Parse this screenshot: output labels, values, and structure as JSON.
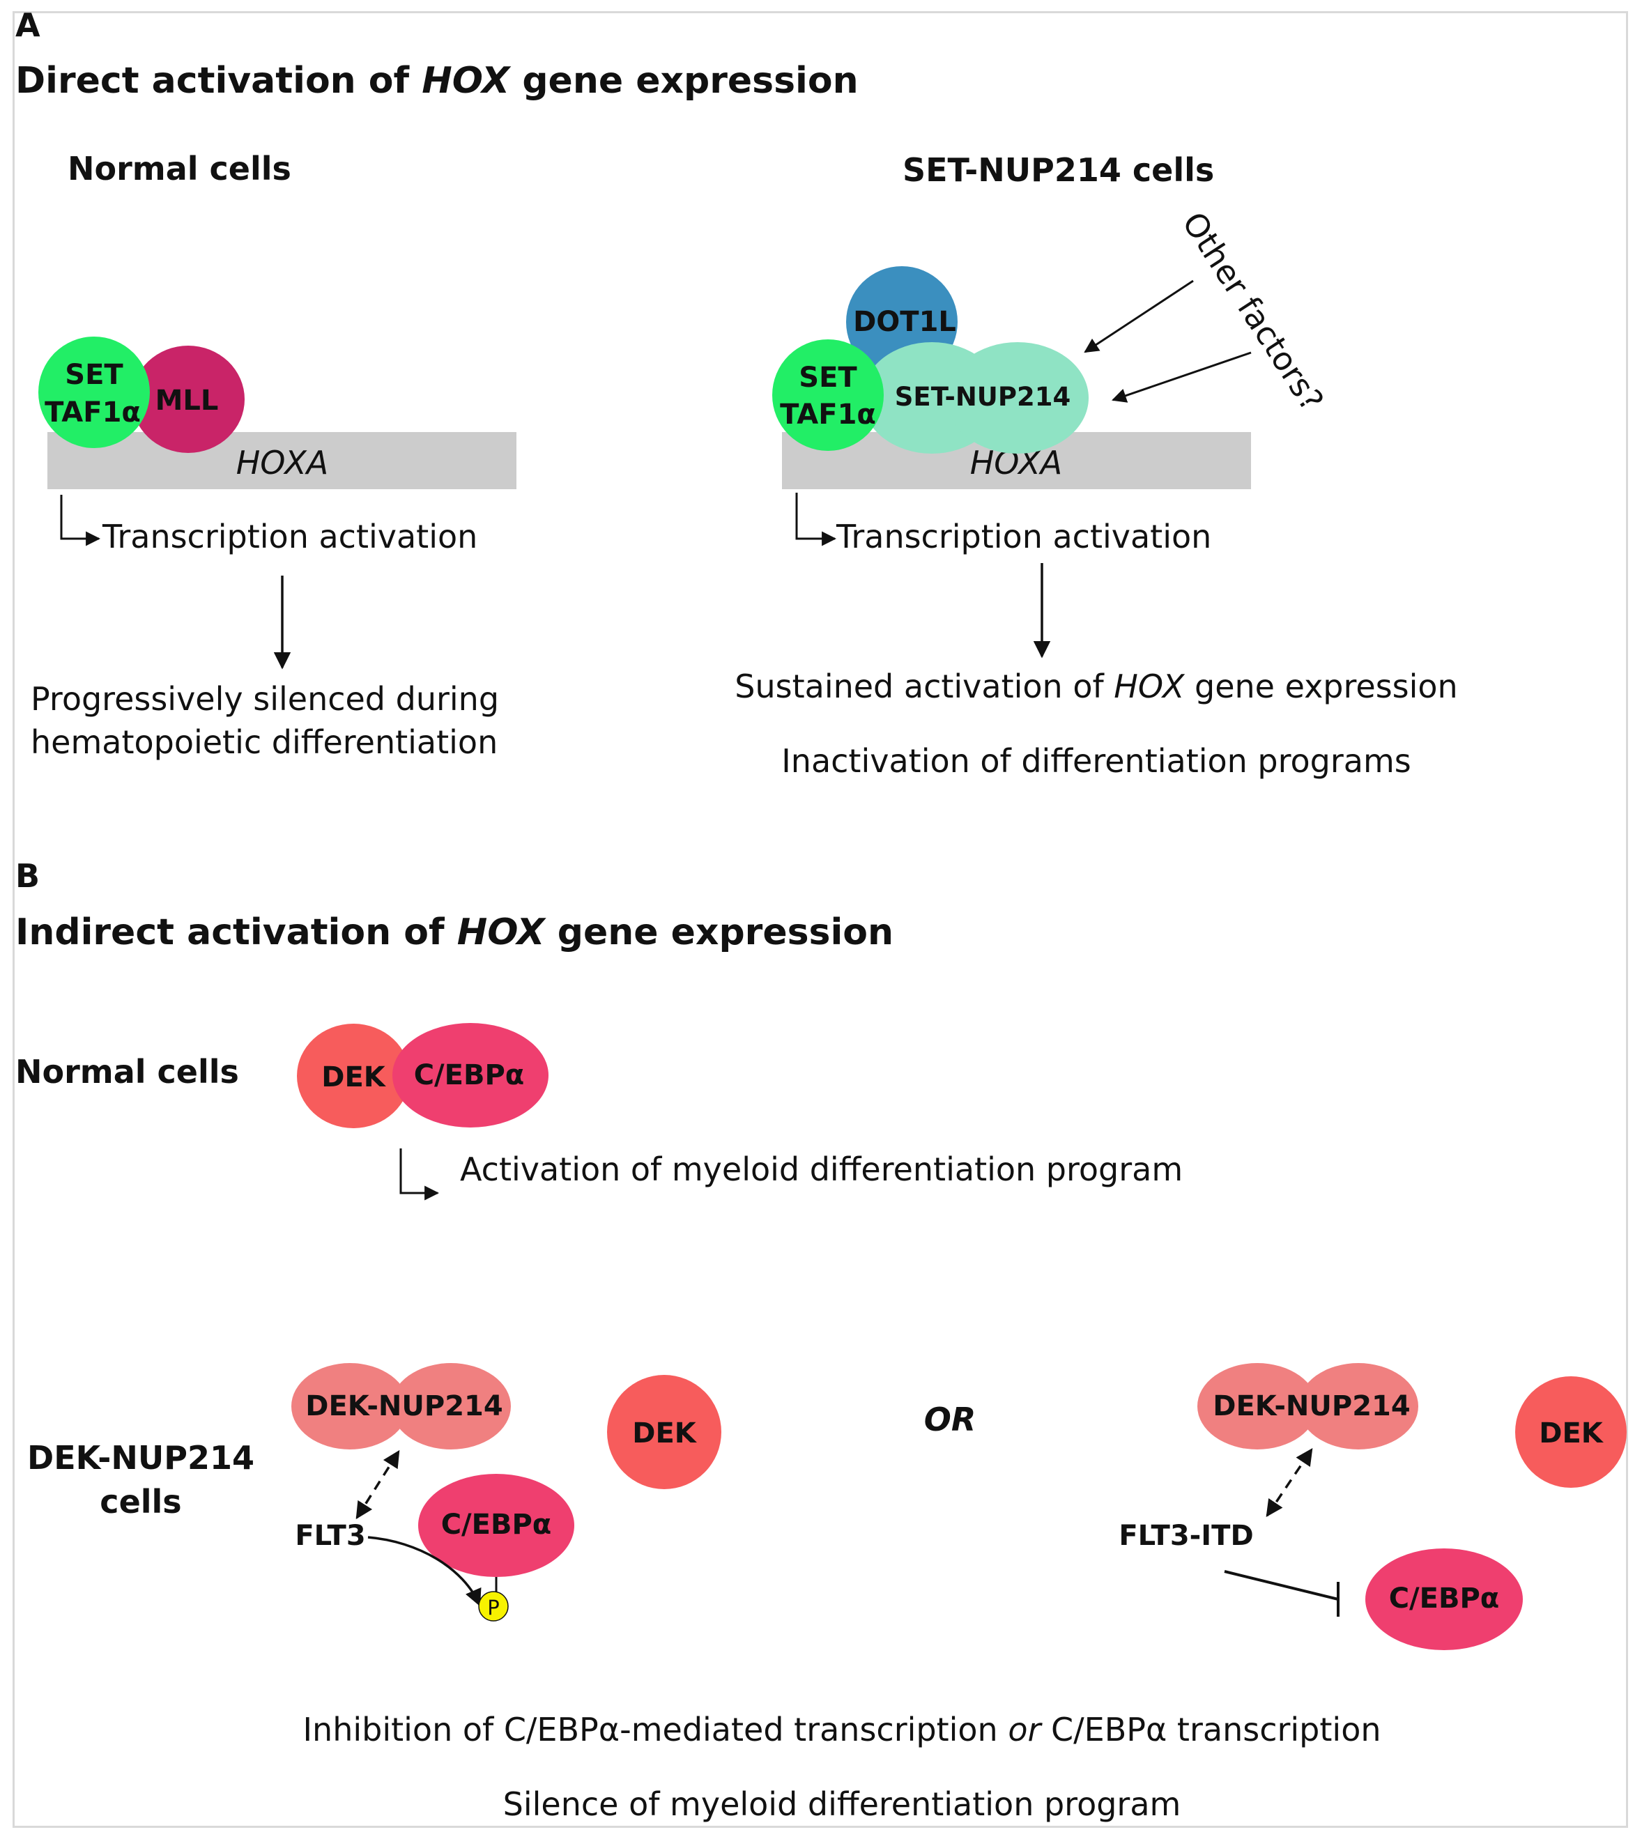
{
  "panel_a": {
    "letter": "A",
    "title_pre": "Direct activation of ",
    "title_em": "HOX",
    "title_post": " gene expression",
    "normal": {
      "heading": "Normal cells",
      "set_line1": "SET",
      "set_line2": "TAF1α",
      "mll": "MLL",
      "gene": "HOXA",
      "transcription": "Transcription activation",
      "outcome_line1": "Progressively silenced during",
      "outcome_line2": "hematopoietic differentiation"
    },
    "setnup": {
      "heading": "SET-NUP214 cells",
      "dot1l": "DOT1L",
      "set_line1": "SET",
      "set_line2": "TAF1α",
      "fusion": "SET-NUP214",
      "other_factors": "Other factors?",
      "gene": "HOXA",
      "transcription": "Transcription activation",
      "outcome1_pre": "Sustained activation of ",
      "outcome1_em": "HOX",
      "outcome1_post": " gene expression",
      "outcome2": "Inactivation of differentiation programs"
    }
  },
  "panel_b": {
    "letter": "B",
    "title_pre": "Indirect activation of ",
    "title_em": "HOX",
    "title_post": " gene expression",
    "normal": {
      "heading": "Normal cells",
      "dek": "DEK",
      "cebpa": "C/EBPα",
      "activation": "Activation of myeloid differentiation program"
    },
    "deknup": {
      "heading_line1": "DEK-NUP214",
      "heading_line2": "cells",
      "left": {
        "fusion": "DEK-NUP214",
        "dek": "DEK",
        "flt3": "FLT3",
        "cebpa": "C/EBPα",
        "phospho": "P"
      },
      "or_label": "OR",
      "right": {
        "fusion": "DEK-NUP214",
        "dek": "DEK",
        "flt3": "FLT3-ITD",
        "cebpa": "C/EBPα"
      },
      "outcome1_pre": "Inhibition of C/EBPα-mediated transcription ",
      "outcome1_em": "or",
      "outcome1_post": " C/EBPα transcription",
      "outcome2": "Silence of myeloid differentiation program"
    }
  },
  "colors": {
    "set_green": "#22ee66",
    "mll_magenta": "#c92468",
    "dot1l_blue": "#3b8fbf",
    "setnup_teal": "#8fe3c4",
    "gene_bar": "#cccccc",
    "dek_coral": "#f75c5c",
    "cebpa_pink": "#ef3f6f",
    "deknup_salmon": "#f08080",
    "phospho_yellow": "#f7f200"
  }
}
